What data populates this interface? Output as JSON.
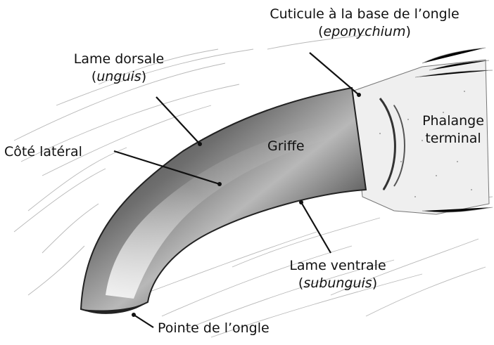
{
  "labels": {
    "eponychium": {
      "line1": "Cuticule à la base de l’ongle",
      "line2_open": "(",
      "line2_italic": "eponychium",
      "line2_close": ")"
    },
    "dorsal": {
      "line1": "Lame dorsale",
      "line2_open": "(",
      "line2_italic": "unguis",
      "line2_close": ")"
    },
    "lateral": {
      "text": "Côté latéral"
    },
    "claw": {
      "text": "Griffe"
    },
    "phalanx": {
      "line1": "Phalange",
      "line2": "terminal"
    },
    "ventral": {
      "line1": "Lame ventrale",
      "line2_open": "(",
      "line2_italic": "subunguis",
      "line2_close": ")"
    },
    "tip": {
      "text": "Pointe de l’ongle"
    }
  },
  "colors": {
    "ink": "#111111",
    "claw_dark": "#3a3a3a",
    "claw_mid": "#8a8a8a",
    "claw_light": "#e6e6e6",
    "fur": "#b5b5b5"
  }
}
